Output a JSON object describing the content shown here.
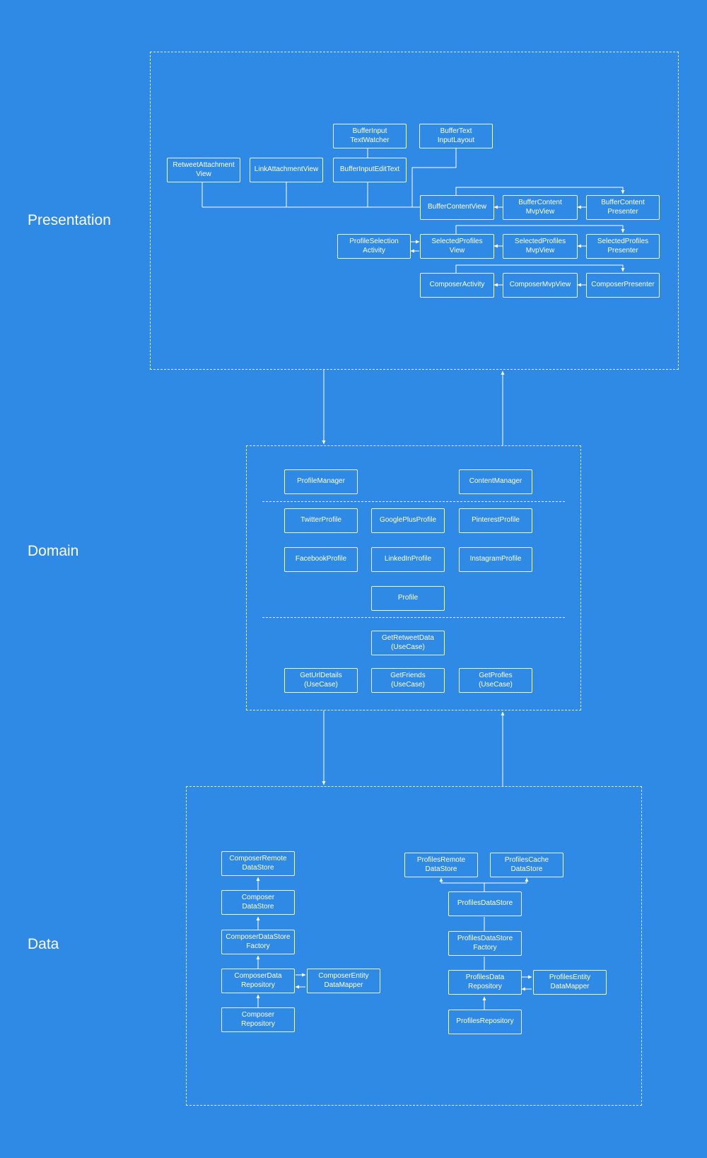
{
  "layers": {
    "presentation": "Presentation",
    "domain": "Domain",
    "data": "Data"
  },
  "colors": {
    "background": "#2f8ae6",
    "line": "#ffffff"
  },
  "presentation": {
    "retweet_attachment_view": "RetweetAttachment\nView",
    "link_attachment_view": "LinkAttachmentView",
    "buffer_input_text_watcher": "BufferInput\nTextWatcher",
    "buffer_input_edit_text": "BufferInputEditText",
    "buffer_text_input_layout": "BufferText\nInputLayout",
    "buffer_content_view": "BufferContentView",
    "buffer_content_mvp_view": "BufferContent\nMvpView",
    "buffer_content_presenter": "BufferContent\nPresenter",
    "profile_selection_activity": "ProfileSelection\nActivity",
    "selected_profiles_view": "SelectedProfiles\nView",
    "selected_profiles_mvp_view": "SelectedProfiles\nMvpView",
    "selected_profiles_presenter": "SelectedProfiles\nPresenter",
    "composer_activity": "ComposerActivity",
    "composer_mvp_view": "ComposerMvpView",
    "composer_presenter": "ComposerPresenter"
  },
  "domain": {
    "profile_manager": "ProfileManager",
    "content_manager": "ContentManager",
    "twitter_profile": "TwitterProfile",
    "google_plus_profile": "GooglePlusProfile",
    "pinterest_profile": "PinterestProfile",
    "facebook_profile": "FacebookProfile",
    "linkedin_profile": "LinkedInProfile",
    "instagram_profile": "InstagramProfile",
    "profile": "Profile",
    "get_retweet_data": "GetRetweetData\n(UseCase)",
    "get_url_details": "GetUrlDetails\n(UseCase)",
    "get_friends": "GetFriends\n(UseCase)",
    "get_profiles": "GetProfles\n(UseCase)"
  },
  "data": {
    "composer_remote_data_store": "ComposerRemote\nDataStore",
    "composer_data_store": "Composer\nDataStore",
    "composer_data_store_factory": "ComposerDataStore\nFactory",
    "composer_data_repository": "ComposerData\nRepository",
    "composer_entity_data_mapper": "ComposerEntity\nDataMapper",
    "composer_repository": "Composer\nRepository",
    "profiles_remote_data_store": "ProfilesRemote\nDataStore",
    "profiles_cache_data_store": "ProfilesCache\nDataStore",
    "profiles_data_store": "ProfilesDataStore",
    "profiles_data_store_factory": "ProfilesDataStore\nFactory",
    "profiles_data_repository": "ProfilesData\nRepository",
    "profiles_entity_data_mapper": "ProfilesEntity\nDataMapper",
    "profiles_repository": "ProfilesRepository"
  }
}
